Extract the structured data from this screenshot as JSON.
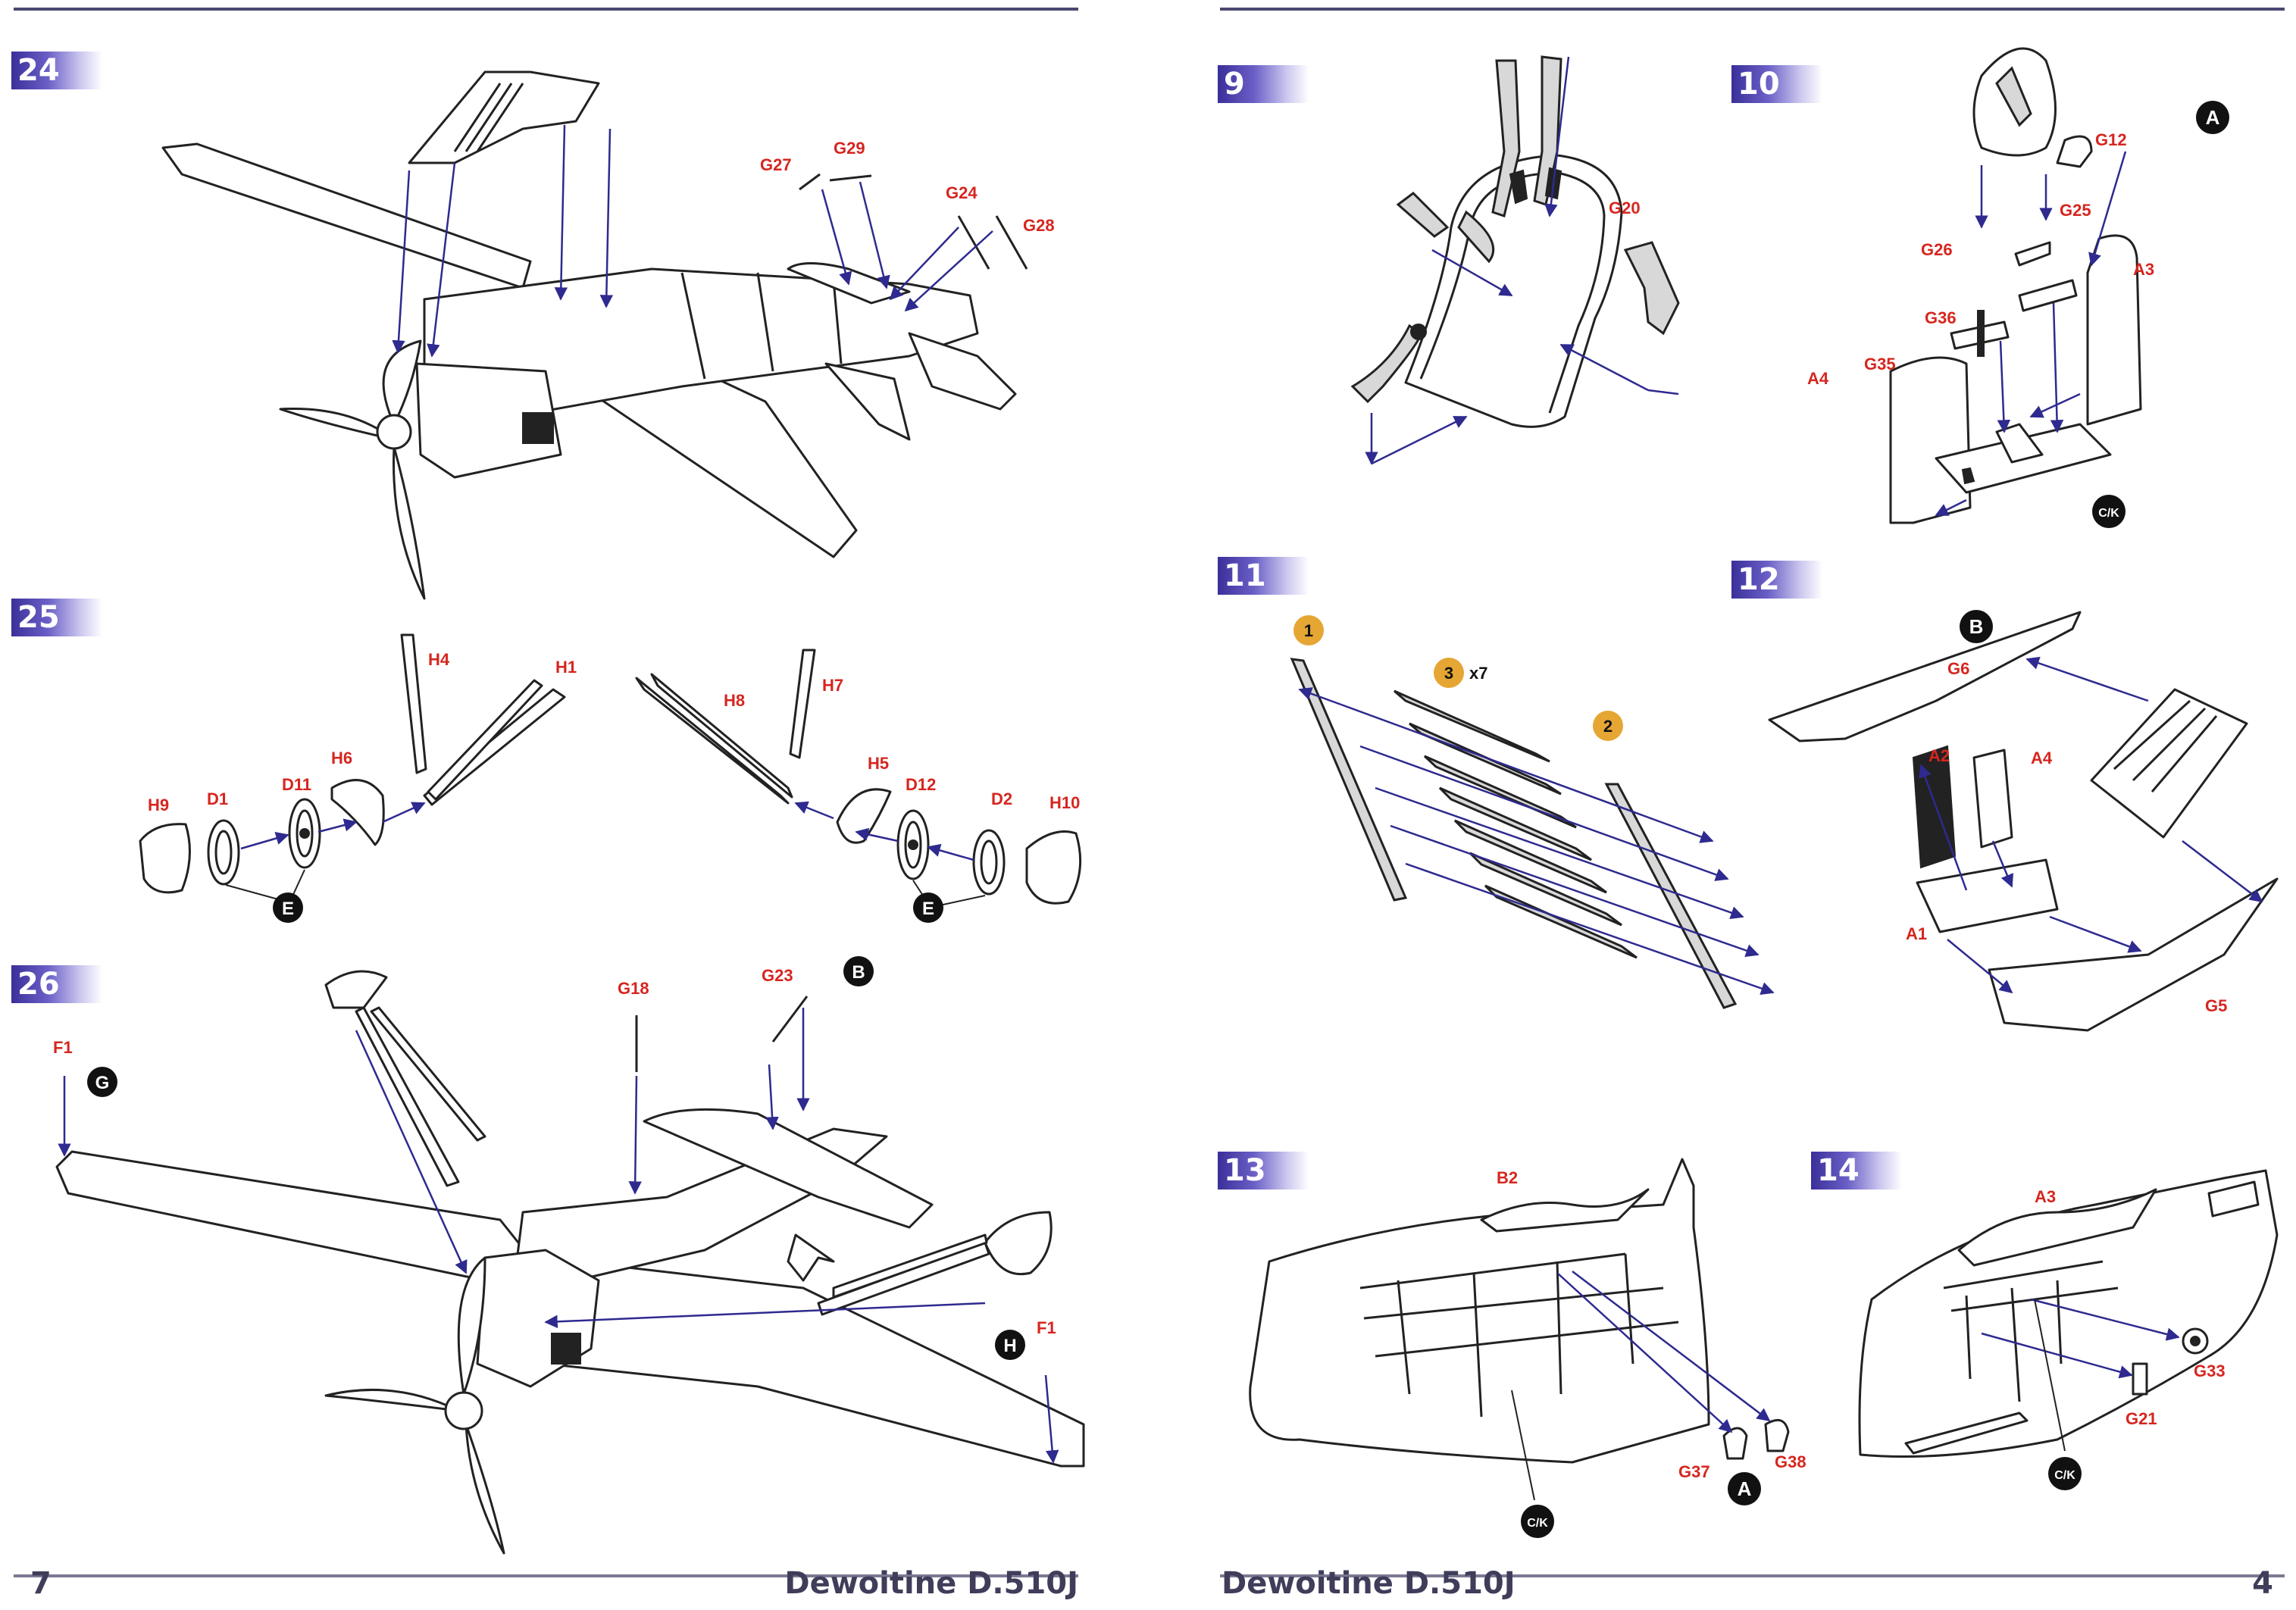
{
  "left_page": {
    "page_number": "7",
    "title": "Dewoitine D.510J",
    "steps": [
      {
        "number": "24",
        "labels": [
          "G27",
          "G29",
          "G24",
          "G28"
        ]
      },
      {
        "number": "25",
        "labels": [
          "H4",
          "H1",
          "H8",
          "H7",
          "H6",
          "H5",
          "H9",
          "D1",
          "D11",
          "D12",
          "D2",
          "H10"
        ],
        "markers": [
          "E",
          "E"
        ]
      },
      {
        "number": "26",
        "labels": [
          "F1",
          "G18",
          "G23",
          "F1"
        ],
        "markers": [
          "G",
          "B",
          "H"
        ]
      }
    ]
  },
  "right_page": {
    "page_number": "4",
    "title": "Dewoitine D.510J",
    "steps": [
      {
        "number": "9",
        "labels": [
          "G20"
        ]
      },
      {
        "number": "10",
        "labels": [
          "G12",
          "G26",
          "G25",
          "A3",
          "G36",
          "G35",
          "A4",
          "C/K"
        ],
        "markers": [
          "A"
        ]
      },
      {
        "number": "11",
        "badges": [
          "1",
          "3",
          "2"
        ],
        "badge_note": "x7"
      },
      {
        "number": "12",
        "labels": [
          "G6",
          "A2",
          "A4",
          "A1",
          "G5"
        ],
        "markers": [
          "B"
        ]
      },
      {
        "number": "13",
        "labels": [
          "B2",
          "G37",
          "G38",
          "C/K"
        ],
        "markers": [
          "A"
        ]
      },
      {
        "number": "14",
        "labels": [
          "A3",
          "G33",
          "G21",
          "C/K"
        ]
      }
    ]
  },
  "colors": {
    "step_badge": "#3b2f9a",
    "part_label": "#d6261f",
    "arrow": "#2e2a8f",
    "paint_badge": "#e5a634",
    "rule": "#4a4870"
  }
}
